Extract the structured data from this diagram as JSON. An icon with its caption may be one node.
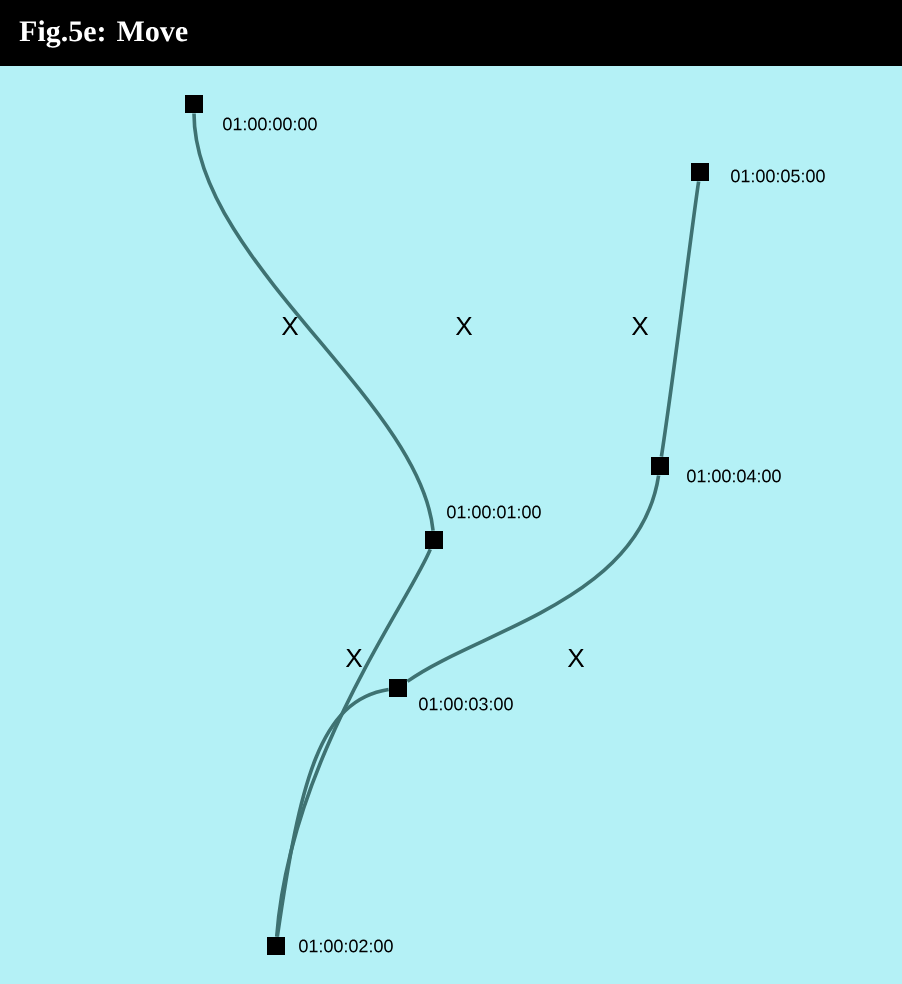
{
  "diagram": {
    "title": "Fig.5e: Move",
    "nodes": [
      {
        "text": [],
        "shape": "box",
        "beside": [
          "01:00:00:00"
        ]
      },
      {
        "text": [],
        "shape": "box",
        "beside": [
          "01:00:01:00"
        ]
      },
      {
        "text": [],
        "shape": "box",
        "beside": [
          "01:00:02:00"
        ]
      },
      {
        "text": [],
        "shape": "box",
        "beside": [
          "01:00:03:00"
        ]
      },
      {
        "text": [],
        "shape": "box",
        "beside": [
          "01:00:04:00"
        ]
      },
      {
        "text": [],
        "shape": "box",
        "beside": [
          "01:00:05:00"
        ]
      }
    ],
    "edges": [
      {
        "from": 0,
        "to": 1,
        "arrow": "none"
      },
      {
        "from": 1,
        "to": 2,
        "arrow": "none"
      },
      {
        "from": 2,
        "to": 3,
        "arrow": "none"
      },
      {
        "from": 3,
        "to": 4,
        "arrow": "none"
      },
      {
        "from": 4,
        "to": 5,
        "arrow": "none"
      }
    ],
    "labels": [
      "X",
      "X",
      "X",
      "X",
      "X"
    ]
  }
}
